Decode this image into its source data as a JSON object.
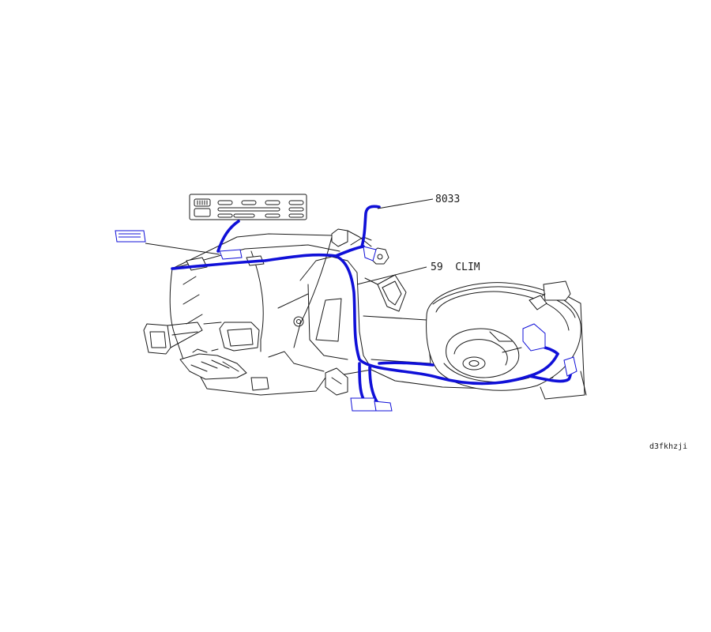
{
  "labels": {
    "connector_8033": "8033",
    "climate_harness": "59  CLIM"
  },
  "reference_code": "d3fkhzji",
  "colors": {
    "wire": "#1010d8",
    "outline": "#1a1a1a",
    "background": "#ffffff"
  }
}
